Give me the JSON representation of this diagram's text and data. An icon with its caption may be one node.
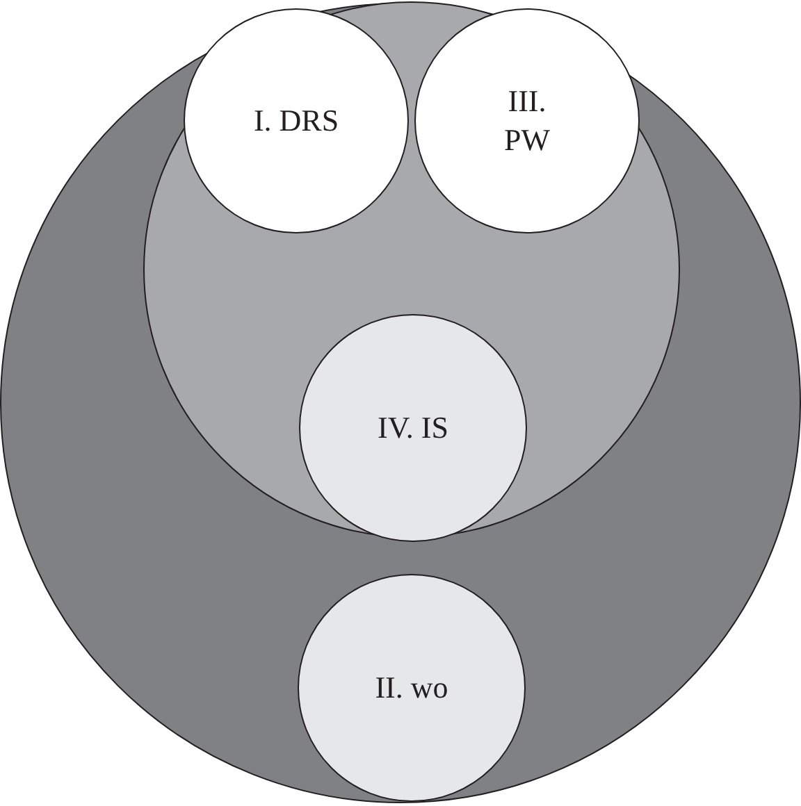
{
  "diagram": {
    "nodes": [
      {
        "text": [],
        "shape": "circle"
      },
      {
        "text": [],
        "shape": "circle",
        "in": 0
      },
      {
        "text": [
          "I. DRS"
        ],
        "in": 1
      },
      {
        "text": [
          "III. PW"
        ],
        "in": 1
      },
      {
        "text": [
          "IV. IS"
        ],
        "in": 1
      },
      {
        "text": [
          "II. wo"
        ],
        "in": 0
      }
    ]
  }
}
